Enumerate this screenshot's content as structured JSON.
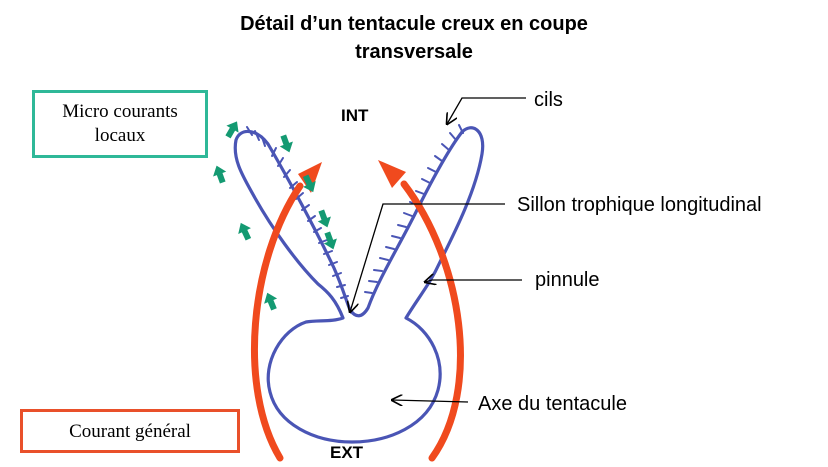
{
  "title": {
    "line1": "Détail d’un tentacule creux en coupe",
    "line2": "transversale"
  },
  "labels": {
    "int": "INT",
    "ext": "EXT",
    "cils": "cils",
    "sillon": "Sillon trophique longitudinal",
    "pinnule": "pinnule",
    "axe": "Axe du tentacule"
  },
  "legend": {
    "micro_line1": "Micro courants",
    "micro_line2": "locaux",
    "general": "Courant général"
  },
  "colors": {
    "outline": "#4a55b5",
    "general_current": "#f04a1e",
    "micro_current": "#149a72",
    "micro_box_border": "#2fb898",
    "general_box_border": "#e9502a"
  }
}
